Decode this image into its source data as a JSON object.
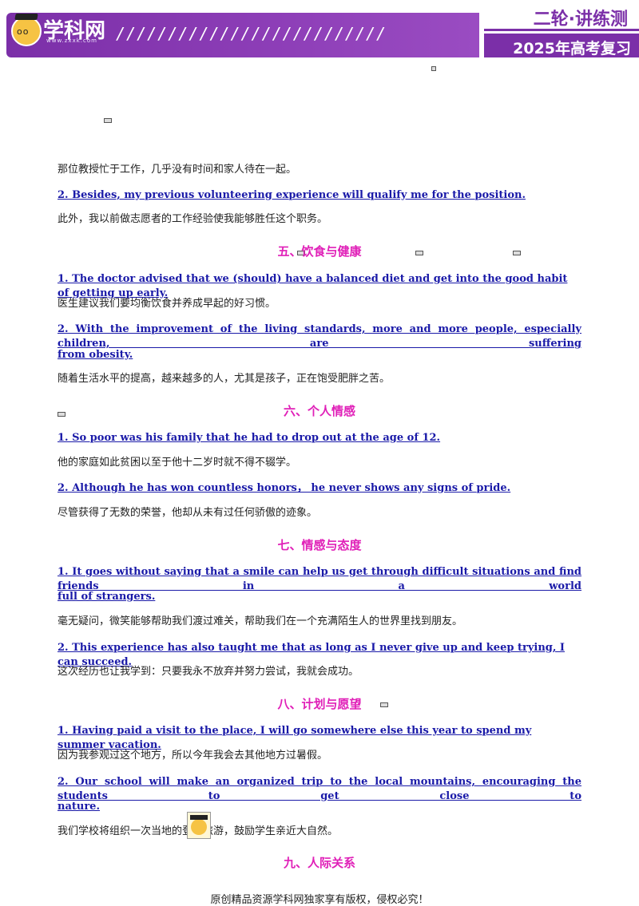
{
  "header": {
    "logo_text": "学科网",
    "logo_url": "www.zxxk.com",
    "slashes": "//////////////////////////",
    "series": "二轮·讲练测",
    "subtitle": "2025年高考复习"
  },
  "lines": [
    {
      "kind": "cn",
      "text": "那位教授忙于工作，几乎没有时间和家人待在一起。"
    },
    {
      "kind": "en",
      "text": "2. Besides, my previous volunteering experience will qualify me for the position."
    },
    {
      "kind": "cn",
      "text": "此外，我以前做志愿者的工作经验使我能够胜任这个职务。"
    },
    {
      "kind": "section",
      "text": "五、饮食与健康"
    },
    {
      "kind": "en",
      "text": "1. The doctor advised that we (should) have a balanced diet and get into the good habit of getting up early."
    },
    {
      "kind": "cn",
      "text": "医生建议我们要均衡饮食并养成早起的好习惯。"
    },
    {
      "kind": "en",
      "text": "2. With the improvement of the living standards, more and more people, especially children, are suffering"
    },
    {
      "kind": "en",
      "text": "from obesity."
    },
    {
      "kind": "cn",
      "text": "随着生活水平的提高，越来越多的人，尤其是孩子，正在饱受肥胖之苦。"
    },
    {
      "kind": "section",
      "text": "六、个人情感"
    },
    {
      "kind": "en",
      "text": "1. So poor was his family that he had to drop out at the age of 12."
    },
    {
      "kind": "cn",
      "text": "他的家庭如此贫困以至于他十二岁时就不得不辍学。"
    },
    {
      "kind": "en",
      "text": "2. Although he has won countless honors， he never shows any signs of pride."
    },
    {
      "kind": "cn",
      "text": "尽管获得了无数的荣誉，他却从未有过任何骄傲的迹象。"
    },
    {
      "kind": "section",
      "text": "七、情感与态度"
    },
    {
      "kind": "en",
      "text": "1. It goes without saying that a smile can help us get through difficult situations and find friends in a world"
    },
    {
      "kind": "en",
      "text": "full of strangers."
    },
    {
      "kind": "cn",
      "text": "毫无疑问，微笑能够帮助我们渡过难关，帮助我们在一个充满陌生人的世界里找到朋友。"
    },
    {
      "kind": "en",
      "text": "2. This experience has also taught me that as long as I never give up and keep trying, I can succeed."
    },
    {
      "kind": "cn",
      "text": "这次经历也让我学到：只要我永不放弃并努力尝试，我就会成功。"
    },
    {
      "kind": "section",
      "text": "八、计划与愿望"
    },
    {
      "kind": "en",
      "text": "1. Having paid a visit to the place, I will go somewhere else this year to spend my summer vacation."
    },
    {
      "kind": "cn",
      "text": "因为我参观过这个地方，所以今年我会去其他地方过暑假。"
    },
    {
      "kind": "en",
      "text": "2. Our school will make an organized trip to the local mountains, encouraging the students to get close to"
    },
    {
      "kind": "en",
      "text": "nature."
    },
    {
      "kind": "cn",
      "text": "我们学校将组织一次当地的登山旅游，鼓励学生亲近大自然。"
    },
    {
      "kind": "section",
      "text": "九、人际关系"
    }
  ],
  "footer": "原创精品资源学科网独家享有版权，侵权必究！"
}
